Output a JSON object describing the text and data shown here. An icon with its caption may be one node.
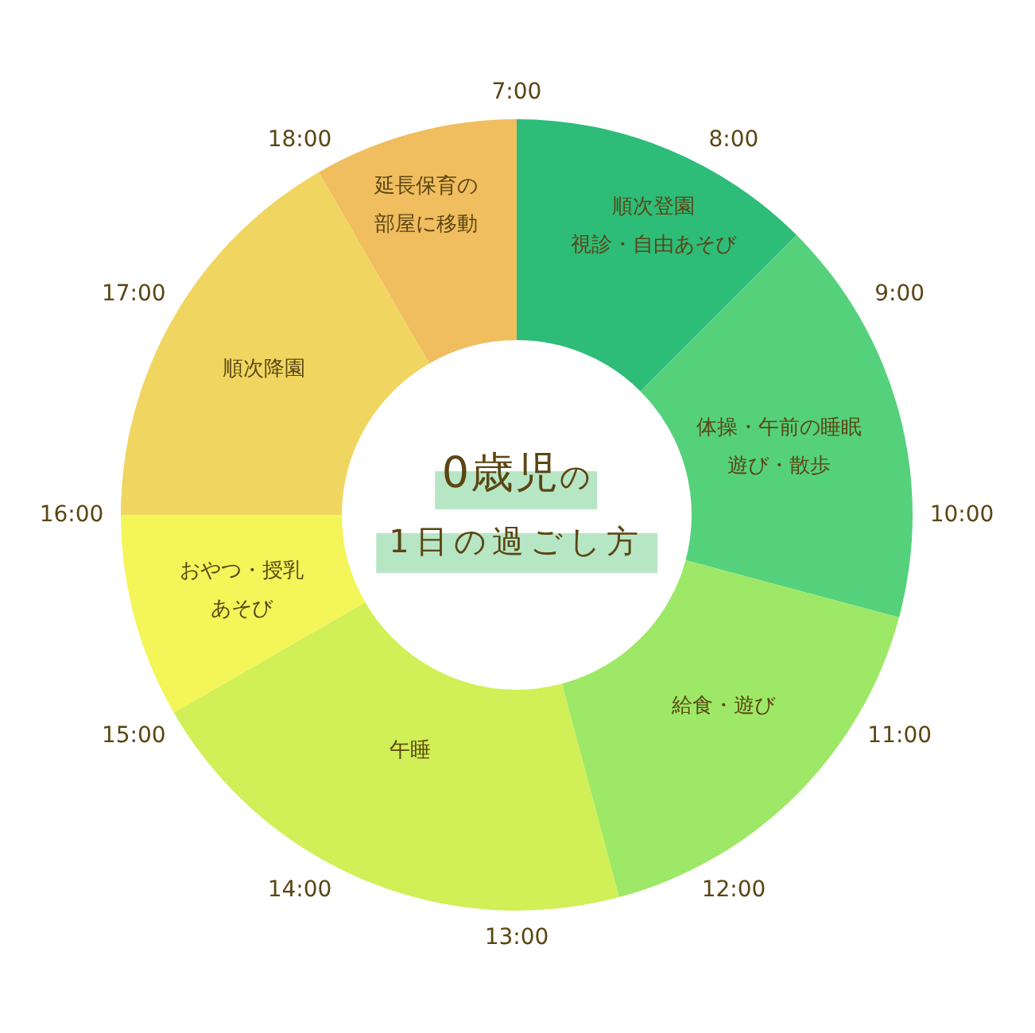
{
  "diagram": {
    "title": "0歳児の1日の過ごし方",
    "labels": [
      "7:00",
      "8:00",
      "9:00",
      "10:00",
      "11:00",
      "12:00",
      "13:00",
      "14:00",
      "15:00",
      "16:00",
      "17:00",
      "18:00"
    ],
    "chart_data": {
      "type": "donut",
      "categories": [
        "順次登園視診・自由あそび",
        "体操・午前の睡眠遊び・散歩",
        "給食・遊び",
        "午睡",
        "おやつ・授乳あそび",
        "順次降園",
        "延長保育の部屋に移動"
      ],
      "values": [
        12.5,
        16.67,
        16.67,
        20.83,
        8.33,
        16.67,
        8.33
      ]
    }
  }
}
